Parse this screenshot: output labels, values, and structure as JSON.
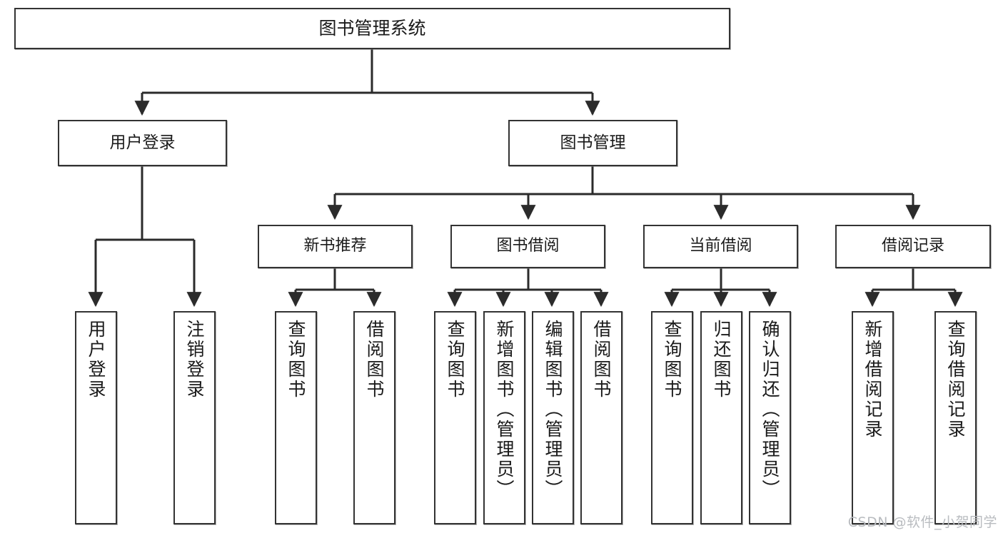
{
  "diagram": {
    "title": "图书管理系统",
    "type": "functional-structure-tree",
    "orientation": "top-down",
    "colors": {
      "box_border": "#333333",
      "box_fill": "#ffffff",
      "connector": "#2b2b2b",
      "text": "#1a1a1a",
      "watermark": "#b9bcc0"
    }
  },
  "root": {
    "label": "图书管理系统"
  },
  "tier2": [
    {
      "label": "用户登录"
    },
    {
      "label": "图书管理"
    }
  ],
  "tier3": [
    {
      "label": "新书推荐"
    },
    {
      "label": "图书借阅"
    },
    {
      "label": "当前借阅"
    },
    {
      "label": "借阅记录"
    }
  ],
  "leaves": {
    "user_login": [
      {
        "label": "用户登录"
      },
      {
        "label": "注销登录"
      }
    ],
    "new_book_recommend": [
      {
        "label": "查询图书"
      },
      {
        "label": "借阅图书"
      }
    ],
    "book_borrow": [
      {
        "label": "查询图书"
      },
      {
        "label": "新增图书（管理员）"
      },
      {
        "label": "编辑图书（管理员）"
      },
      {
        "label": "借阅图书"
      }
    ],
    "current_borrow": [
      {
        "label": "查询图书"
      },
      {
        "label": "归还图书"
      },
      {
        "label": "确认归还（管理员）"
      }
    ],
    "borrow_record": [
      {
        "label": "新增借阅记录"
      },
      {
        "label": "查询借阅记录"
      }
    ]
  },
  "watermark": {
    "text": "CSDN @软件_小贺同学"
  }
}
